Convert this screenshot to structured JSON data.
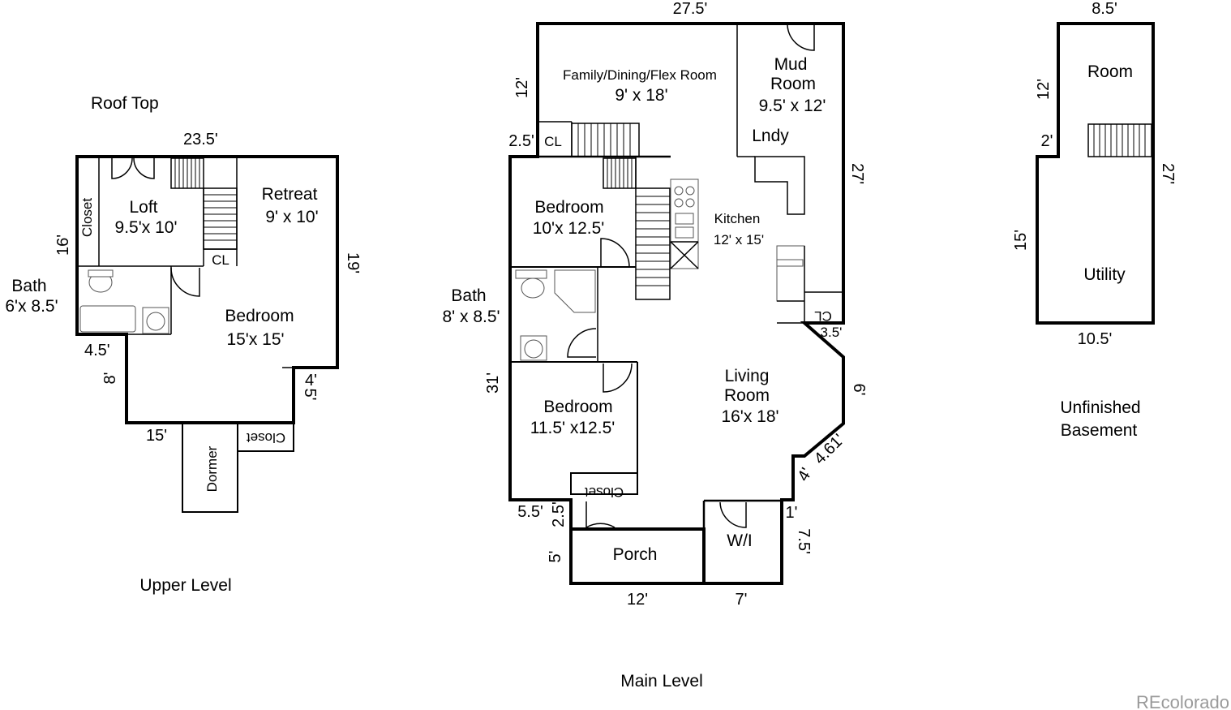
{
  "upper": {
    "caption": "Upper Level",
    "roof_top": "Roof Top",
    "dims": {
      "top": "23.5'",
      "left": "16'",
      "right": "19'",
      "step_h": "4.5'",
      "step_v": "8'",
      "bottom": "15'",
      "notch_w": "4'",
      "notch_h": "5'"
    },
    "rooms": {
      "loft": "Loft",
      "loft_size": "9.5'x 10'",
      "retreat": "Retreat",
      "retreat_size": "9' x 10'",
      "closet": "Closet",
      "cl": "CL",
      "bath": "Bath",
      "bath_size": "6'x 8.5'",
      "bedroom": "Bedroom",
      "bedroom_size": "15'x 15'",
      "dormer": "Dormer",
      "closet2": "Closet"
    }
  },
  "main": {
    "caption": "Main Level",
    "dims": {
      "top": "27.5'",
      "left_upper": "12'",
      "step": "2.5'",
      "right": "27'",
      "right_small": "3.5'",
      "right_diag1": "6'",
      "right_diag2": "4.61'",
      "right_step": "4'",
      "wi_gap": "1'",
      "wi_height": "7.5'",
      "left": "31'",
      "bottom_left": "5.5'",
      "porch_step": "2.5'",
      "porch_h": "5'",
      "porch_w": "12'",
      "wi_w": "7'"
    },
    "rooms": {
      "family": "Family/Dining/Flex Room",
      "family_size": "9' x 18'",
      "mud": "Mud",
      "mud2": "Room",
      "mud_size": "9.5' x 12'",
      "lndy": "Lndy",
      "cl": "CL",
      "cl2": "CL",
      "bedroom1": "Bedroom",
      "bedroom1_size": "10'x 12.5'",
      "kitchen": "Kitchen",
      "kitchen_size": "12' x 15'",
      "bath": "Bath",
      "bath_size": "8' x 8.5'",
      "living": "Living",
      "living2": "Room",
      "living_size": "16'x 18'",
      "bedroom2": "Bedroom",
      "bedroom2_size": "11.5' x12.5'",
      "closet": "Closet",
      "porch": "Porch",
      "wi": "W/I"
    }
  },
  "basement": {
    "caption1": "Unfinished",
    "caption2": "Basement",
    "dims": {
      "top": "8.5'",
      "left_upper": "12'",
      "step": "2'",
      "right": "27'",
      "left": "15'",
      "bottom": "10.5'"
    },
    "rooms": {
      "room": "Room",
      "utility": "Utility"
    }
  },
  "watermark": "REcolorado"
}
